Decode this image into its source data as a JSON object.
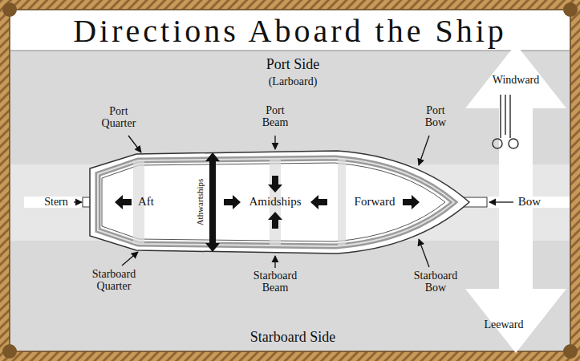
{
  "diagram": {
    "title": "Directions Aboard the Ship",
    "labels": [
      "Port Side",
      "(Larboard)",
      "Windward",
      "Port Quarter",
      "Port Beam",
      "Port Bow",
      "Stern",
      "Aft",
      "Athwartships",
      "Amidships",
      "Forward",
      "Bow",
      "Starboard Quarter",
      "Starboard Beam",
      "Starboard Bow",
      "Leeward",
      "Starboard Side"
    ]
  }
}
